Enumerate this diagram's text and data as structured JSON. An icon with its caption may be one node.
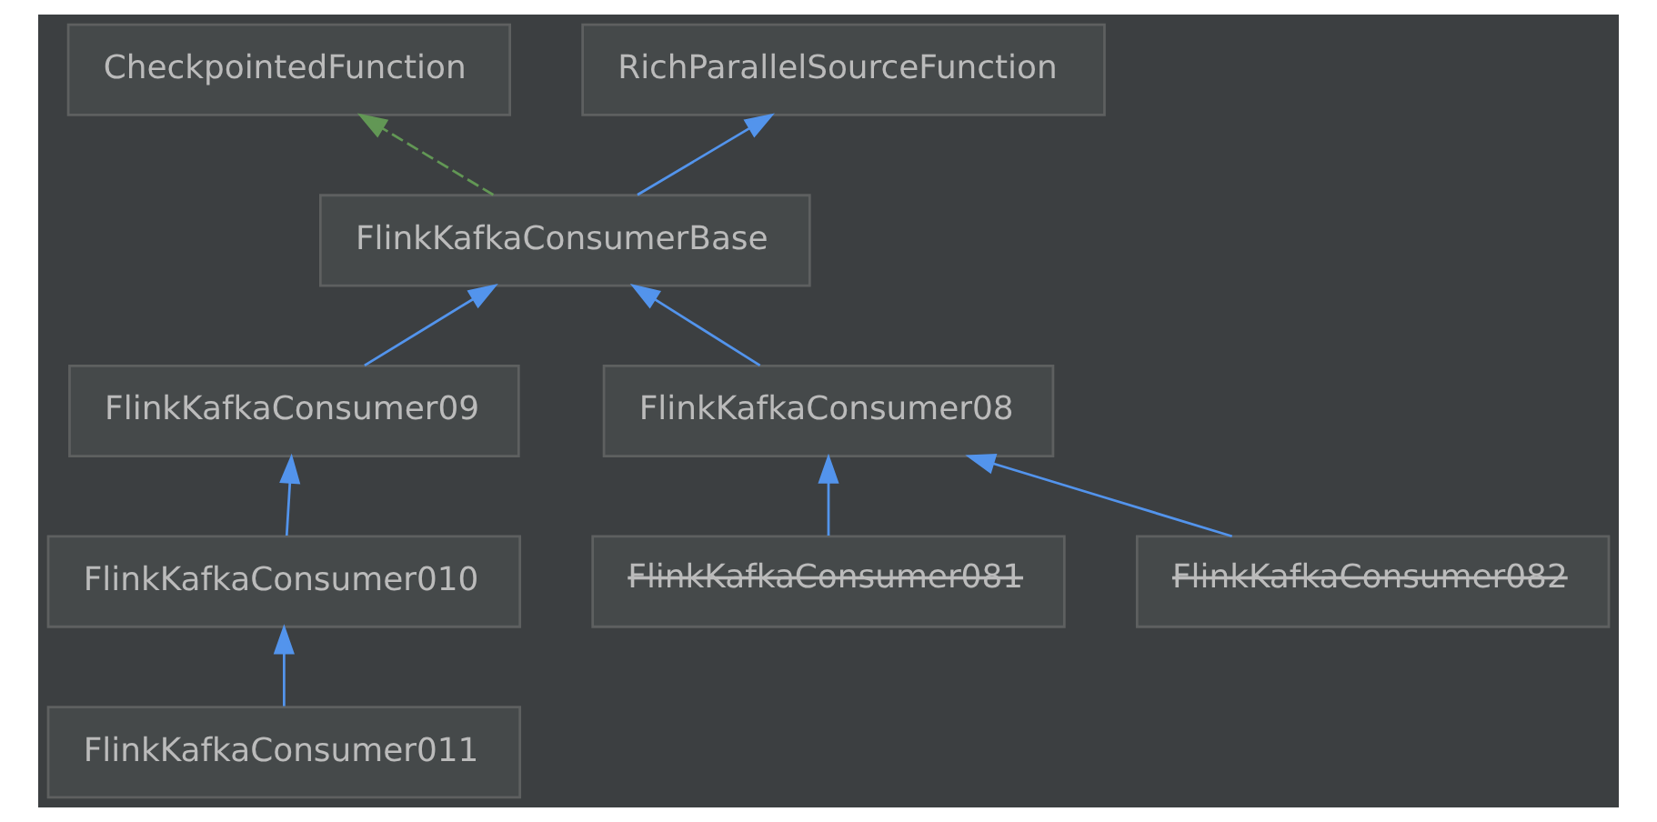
{
  "diagram": {
    "nodes": [
      {
        "text": [
          "CheckpointedFunction"
        ]
      },
      {
        "text": [
          "RichParallelSourceFunction"
        ]
      },
      {
        "text": [
          "FlinkKafkaConsumerBase"
        ]
      },
      {
        "text": [
          "FlinkKafkaConsumer09"
        ]
      },
      {
        "text": [
          "FlinkKafkaConsumer08"
        ]
      },
      {
        "text": [
          "FlinkKafkaConsumer010"
        ]
      },
      {
        "text": [
          "FlinkKafkaConsumer081"
        ]
      },
      {
        "text": [
          "FlinkKafkaConsumer082"
        ]
      },
      {
        "text": [
          "FlinkKafkaConsumer011"
        ]
      }
    ],
    "edges": [
      {
        "from": 2,
        "to": 0,
        "arrow": "to",
        "style": "dashed",
        "color": "#629755"
      },
      {
        "from": 2,
        "to": 1,
        "arrow": "to"
      },
      {
        "from": 3,
        "to": 2,
        "arrow": "to"
      },
      {
        "from": 4,
        "to": 2,
        "arrow": "to"
      },
      {
        "from": 5,
        "to": 3,
        "arrow": "to"
      },
      {
        "from": 6,
        "to": 4,
        "arrow": "to"
      },
      {
        "from": 7,
        "to": 4,
        "arrow": "to"
      },
      {
        "from": 8,
        "to": 5,
        "arrow": "to"
      }
    ]
  }
}
